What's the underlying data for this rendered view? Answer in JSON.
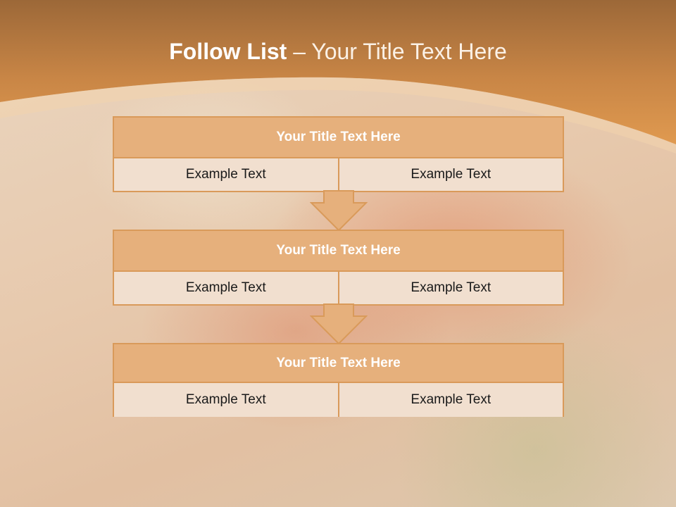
{
  "slide": {
    "title_bold": "Follow List",
    "title_rest": " – Your Title Text Here"
  },
  "blocks": [
    {
      "title": "Your Title Text Here",
      "left": "Example Text",
      "right": "Example Text"
    },
    {
      "title": "Your Title Text Here",
      "left": "Example Text",
      "right": "Example Text"
    },
    {
      "title": "Your Title Text Here",
      "left": "Example Text",
      "right": "Example Text"
    }
  ],
  "colors": {
    "accent": "#d99a5a",
    "header_top": "#9c6838",
    "header_bottom": "#d9974f",
    "block_title_fill": "#e6b07c",
    "cell_fill": "#f1dfcf"
  }
}
